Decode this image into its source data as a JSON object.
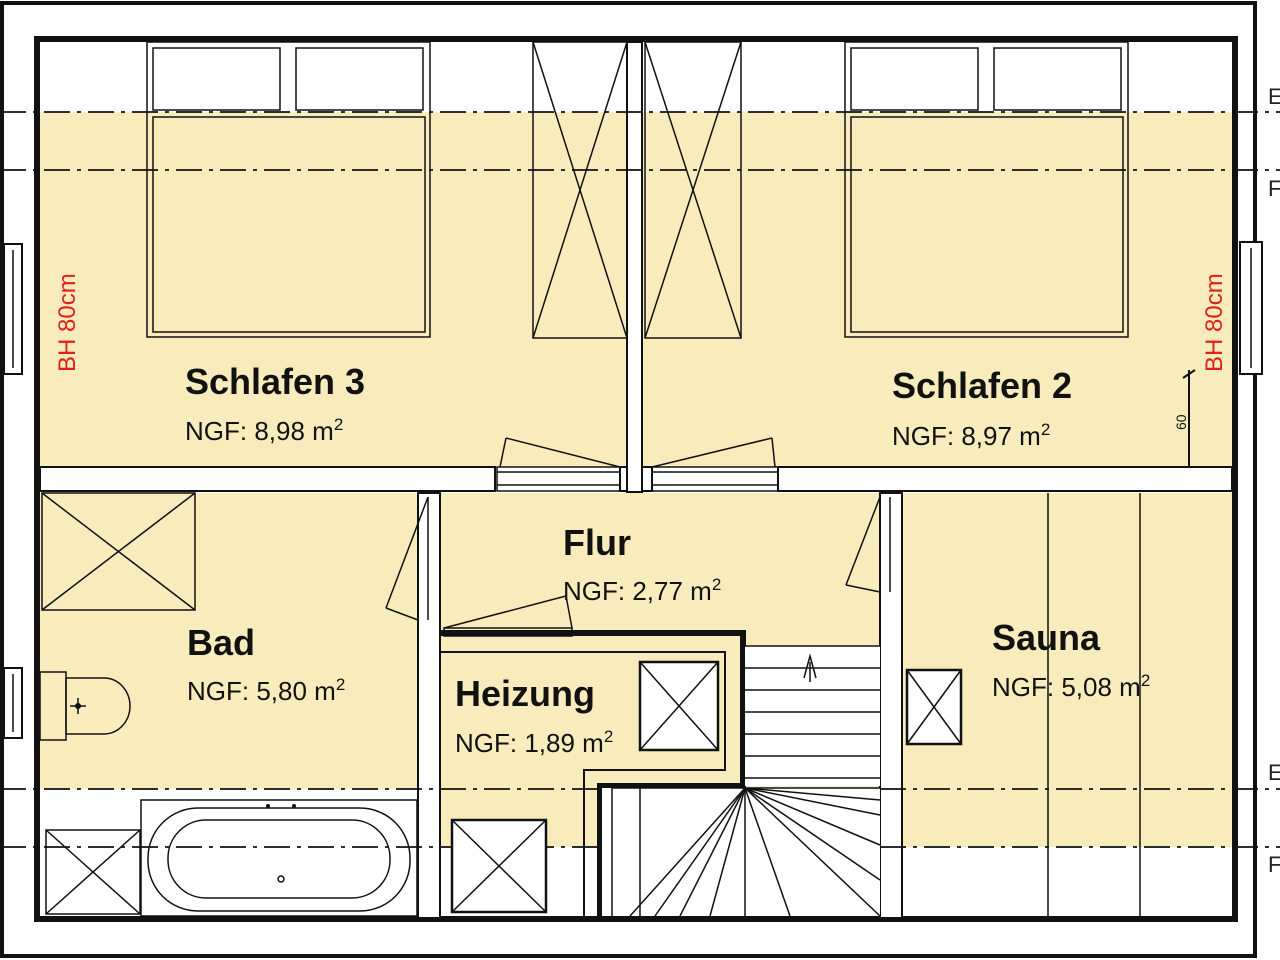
{
  "rooms": {
    "schlafen3": {
      "name": "Schlafen 3",
      "area_label": "NGF: 8,98 m",
      "area_unit_sup": "2"
    },
    "schlafen2": {
      "name": "Schlafen 2",
      "area_label": "NGF: 8,97 m",
      "area_unit_sup": "2"
    },
    "flur": {
      "name": "Flur",
      "area_label": "NGF: 2,77 m",
      "area_unit_sup": "2"
    },
    "bad": {
      "name": "Bad",
      "area_label": "NGF: 5,80 m",
      "area_unit_sup": "2"
    },
    "heizung": {
      "name": "Heizung",
      "area_label": "NGF: 1,89 m",
      "area_unit_sup": "2"
    },
    "sauna": {
      "name": "Sauna",
      "area_label": "NGF: 5,08 m",
      "area_unit_sup": "2"
    }
  },
  "annotations": {
    "bh_left": "BH 80cm",
    "bh_right": "BH 80cm",
    "height_dim": "60"
  },
  "edge_marks": [
    "E",
    "F",
    "E",
    "F"
  ],
  "colors": {
    "floor_fill": "#f8ecbc",
    "wall": "#111111",
    "bh_text": "#e0201a"
  }
}
